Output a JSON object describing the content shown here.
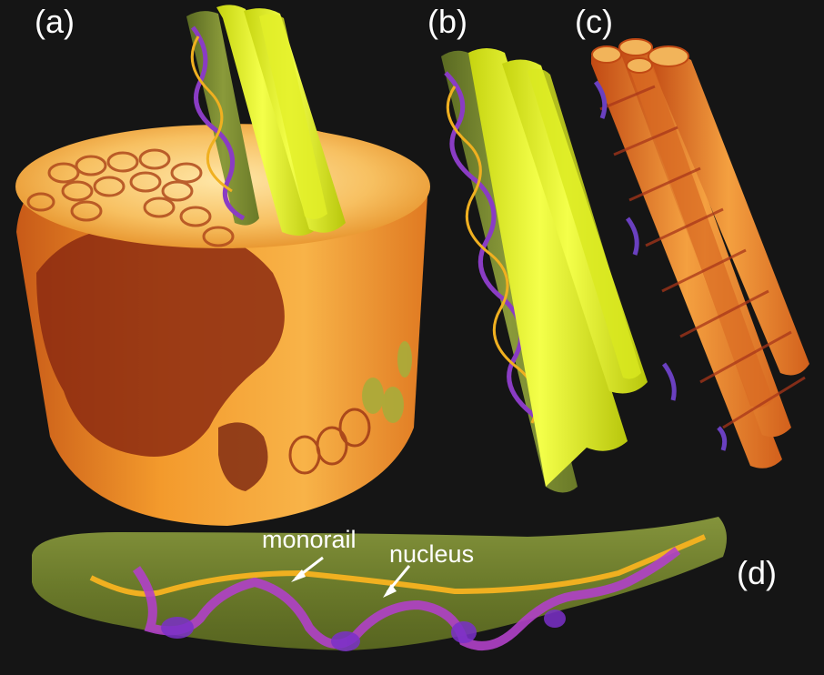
{
  "panels": [
    {
      "id": "a",
      "label": "(a)"
    },
    {
      "id": "b",
      "label": "(b)"
    },
    {
      "id": "c",
      "label": "(c)"
    },
    {
      "id": "d",
      "label": "(d)"
    }
  ],
  "annotations": {
    "monorail": "monorail",
    "nucleus": "nucleus"
  },
  "colors": {
    "background": "#151515",
    "tissue_orange": "#f0a030",
    "tissue_dark": "#8a2a10",
    "fiber_yellow": "#e8f520",
    "membrane_olive": "#7a8a30",
    "nucleus_purple": "#a040c0",
    "monorail_gold": "#f0b020"
  }
}
